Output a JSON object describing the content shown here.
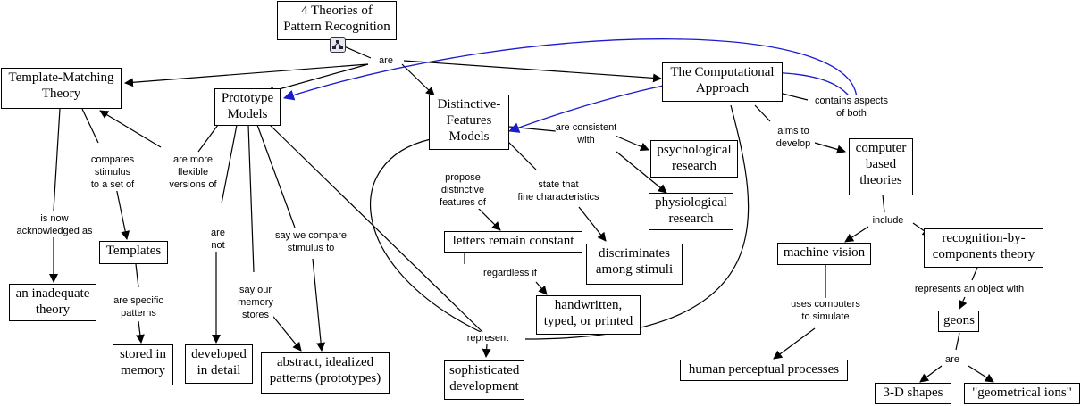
{
  "map_title": "4 Theories of Pattern Recognition",
  "colors": {
    "line": "#000000",
    "cross_link": "#1a1ad0",
    "box_border": "#000000"
  },
  "concepts": {
    "root": "4 Theories of\nPattern Recognition",
    "template_matching": "Template-Matching\nTheory",
    "prototype": "Prototype\nModels",
    "distinctive": "Distinctive-\nFeatures\nModels",
    "computational": "The Computational\nApproach",
    "inadequate": "an inadequate\ntheory",
    "templates": "Templates",
    "stored": "stored in\nmemory",
    "developed": "developed\nin detail",
    "abstract": "abstract, idealized\npatterns (prototypes)",
    "letters": "letters remain constant",
    "handwritten": "handwritten,\ntyped, or printed",
    "discriminates": "discriminates\namong stimuli",
    "psychological": "psychological\nresearch",
    "physiological": "physiological\nresearch",
    "sophisticated": "sophisticated\ndevelopment",
    "computer_based": "computer\nbased\ntheories",
    "machine_vision": "machine vision",
    "rbc": "recognition-by-\ncomponents theory",
    "human": "human perceptual processes",
    "geons": "geons",
    "shapes": "3-D shapes",
    "geometrical": "\"geometrical ions\""
  },
  "links": {
    "are": "are",
    "compares": "compares\nstimulus\nto a set of",
    "now_ack": "is now\nacknowledged as",
    "more_flexible": "are more\nflexible\nversions of",
    "specific": "are specific\npatterns",
    "are_not": "are\nnot",
    "memory_stores": "say our\nmemory\nstores",
    "compare_to": "say we compare\nstimulus to",
    "propose": "propose\ndistinctive\nfeatures of",
    "state_that": "state that\nfine characteristics",
    "consistent": "are consistent\nwith",
    "regardless": "regardless if",
    "represent": "represent",
    "contains": "contains aspects\nof both",
    "aims": "aims to\ndevelop",
    "include": "include",
    "uses": "uses computers\nto simulate",
    "represents_obj": "represents an object with",
    "geons_are": "are"
  },
  "icons": {
    "submap": "concept-map-resource-icon"
  }
}
